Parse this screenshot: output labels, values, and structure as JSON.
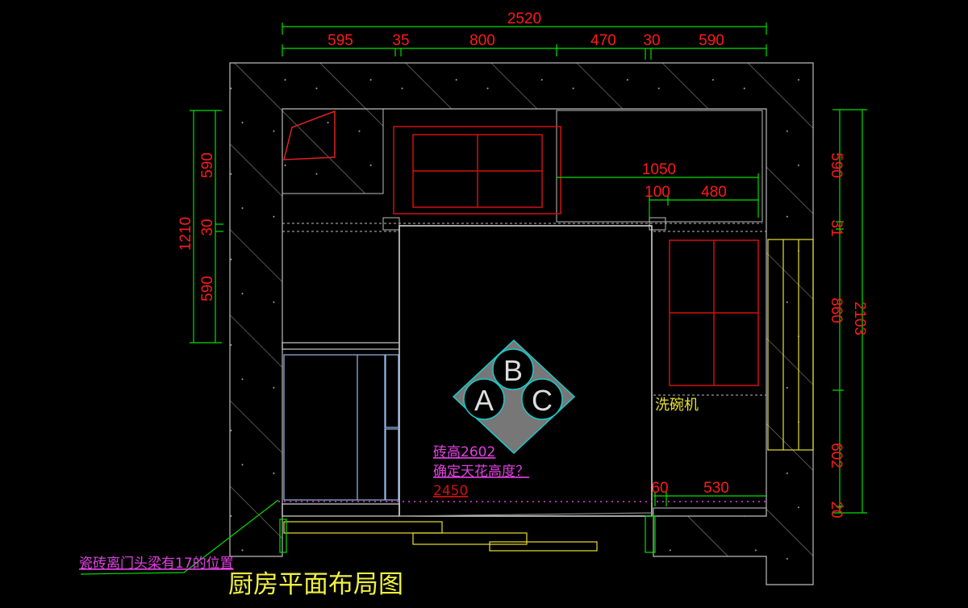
{
  "title": "厨房平面布局图",
  "top_dimensions": {
    "total": "2520",
    "segments": [
      "595",
      "35",
      "800",
      "470",
      "30",
      "590"
    ]
  },
  "left_dimensions": {
    "total": "1210",
    "segments": [
      "590",
      "30",
      "590"
    ]
  },
  "right_dimensions": {
    "total": "2103",
    "segments": [
      "590",
      "31",
      "860",
      "602",
      "20"
    ]
  },
  "inner_dimensions": {
    "hood_offset": "1050",
    "a": "100",
    "b": "480",
    "c": "60",
    "d": "530"
  },
  "symbol_labels": [
    "A",
    "B",
    "C"
  ],
  "dishwasher_label": "洗碗机",
  "notes": {
    "tile_height": "砖高2602",
    "ceiling_question": "确定天花高度？",
    "ceiling_value": "2450",
    "beam_note": "瓷砖离门头梁有17的位置"
  },
  "colors": {
    "dim_line": "#00e000",
    "dim_text": "#ff1a1a",
    "wall": "#9a9a9a",
    "note": "#e040e0",
    "yellow": "#e8e030",
    "cyan": "#20c8c8",
    "red": "#c81010"
  }
}
